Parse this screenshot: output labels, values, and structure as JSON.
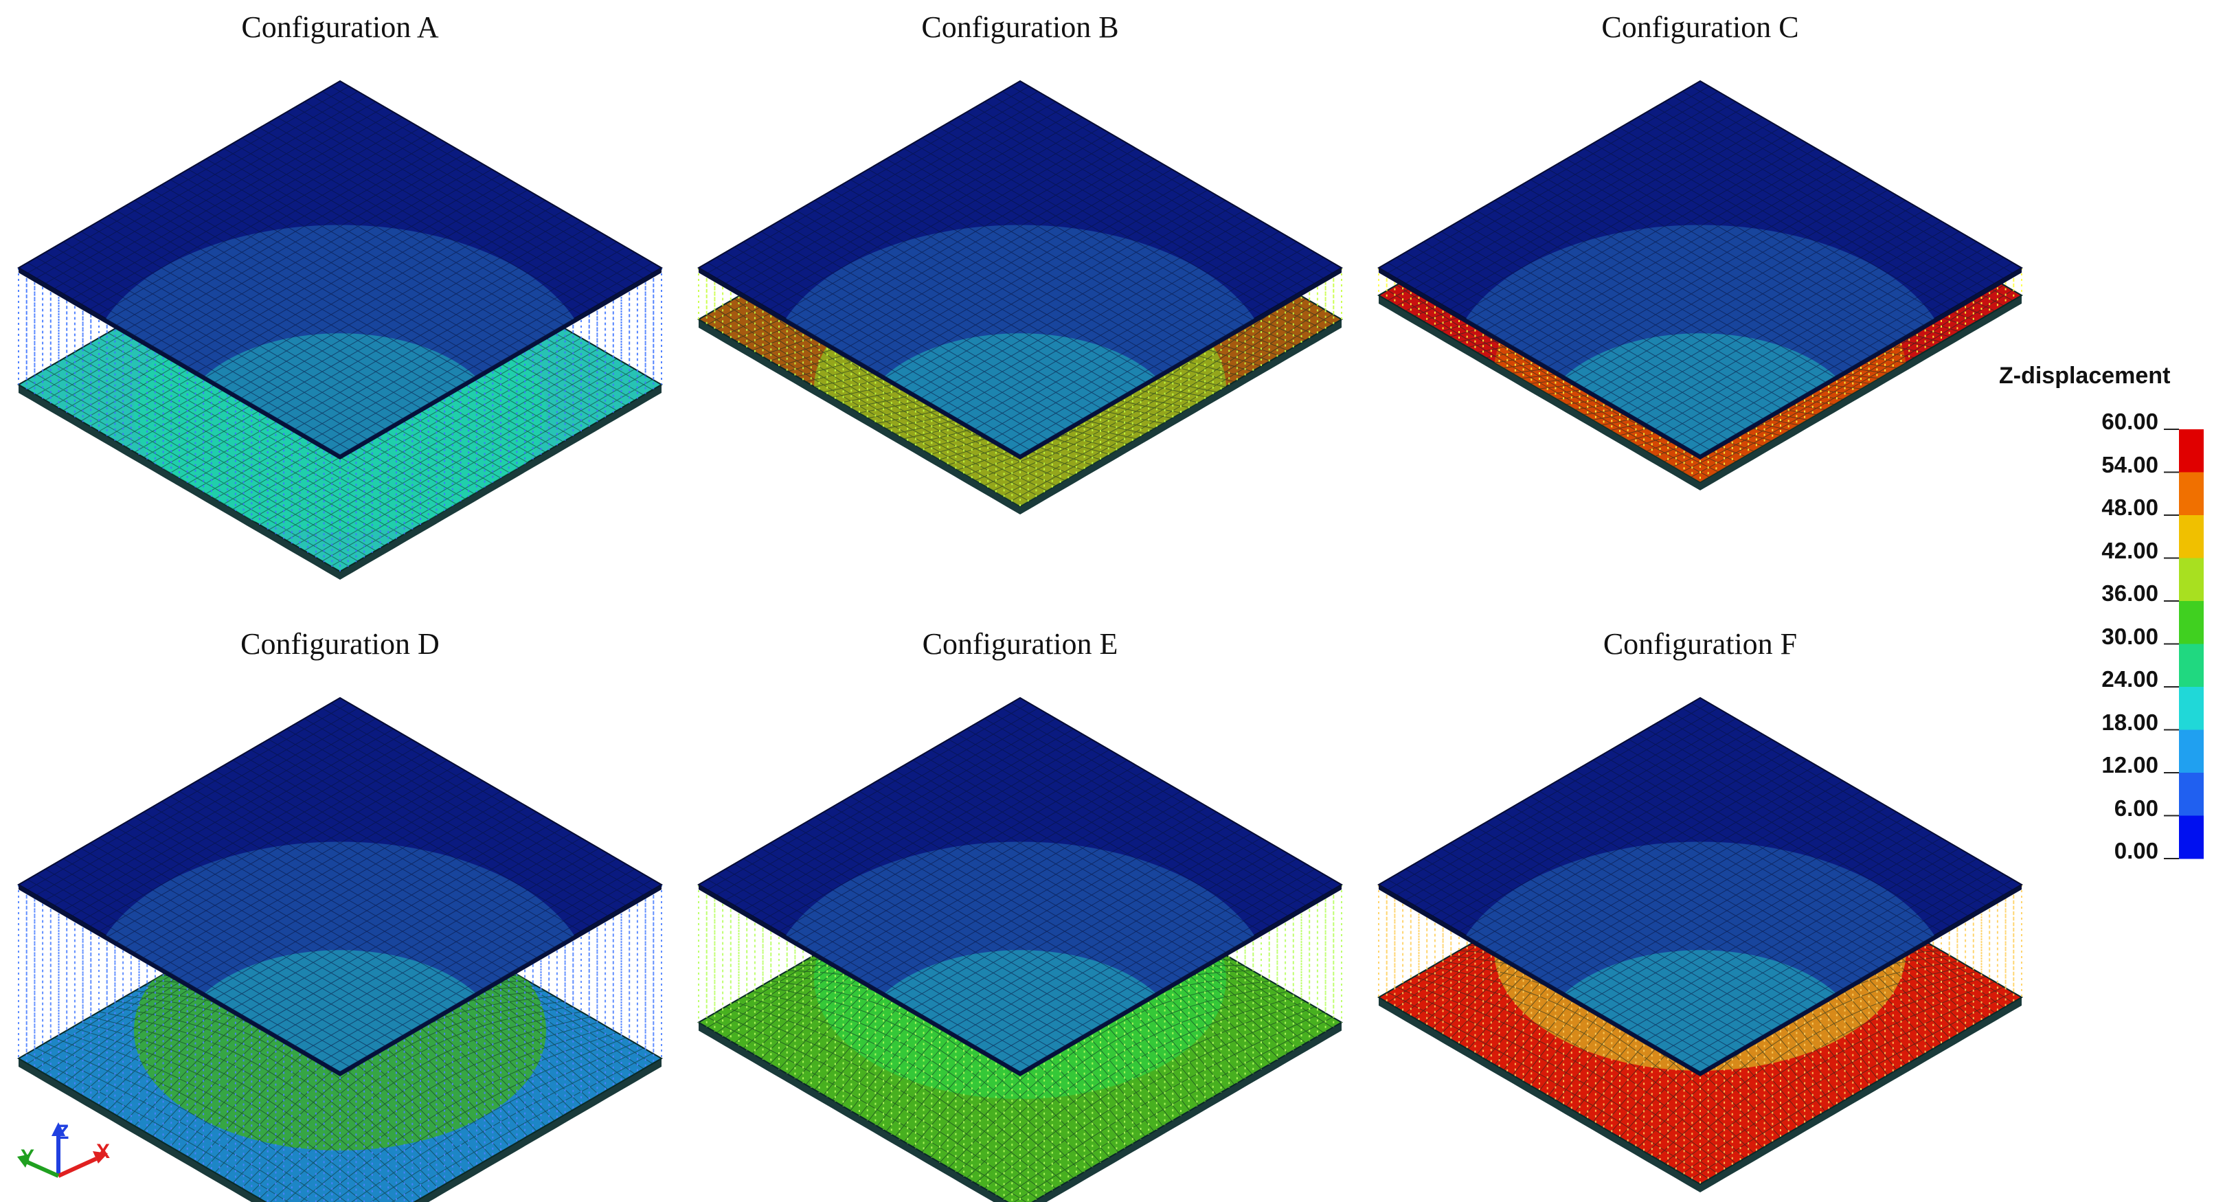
{
  "panels": [
    {
      "title": "Configuration A",
      "mode": "flat",
      "bottom_color": "#27c3b4",
      "fringe_color": "#1fd3a8",
      "spring_color": "#3f76ff"
    },
    {
      "title": "Configuration B",
      "mode": "sag",
      "bottom_color": "#a55a10",
      "fringe_color": "#8fc020",
      "spring_color": "#c8ff40"
    },
    {
      "title": "Configuration C",
      "mode": "sag-thin",
      "bottom_color": "#c81010",
      "fringe_color": "#d85a00",
      "spring_color": "#ffff40"
    },
    {
      "title": "Configuration D",
      "mode": "dome",
      "bottom_color": "#1d86c6",
      "fringe_color": "#3fb018",
      "spring_color": "#4f82ff"
    },
    {
      "title": "Configuration E",
      "mode": "dome-wide",
      "bottom_color": "#48b020",
      "fringe_color": "#2fd040",
      "spring_color": "#b8ff60"
    },
    {
      "title": "Configuration F",
      "mode": "dome-red",
      "bottom_color": "#d81a08",
      "fringe_color": "#d8b020",
      "spring_color": "#ffd060"
    }
  ],
  "legend": {
    "title": "Z-displacement",
    "ticks": [
      "60.00",
      "54.00",
      "48.00",
      "42.00",
      "36.00",
      "30.00",
      "24.00",
      "18.00",
      "12.00",
      "6.00",
      "0.00"
    ],
    "colors": [
      "#e00000",
      "#f07000",
      "#f0c000",
      "#a8e020",
      "#40d020",
      "#20d880",
      "#20d8d8",
      "#20a0f0",
      "#2060f0",
      "#0010f0"
    ]
  },
  "triad": {
    "x_label": "X",
    "y_label": "Y",
    "z_label": "Z",
    "x_color": "#e02020",
    "y_color": "#20a020",
    "z_color": "#2040e0"
  },
  "colors": {
    "top_plate": "#0a1a80",
    "top_inner": "#1a4aa0",
    "top_center": "#1e88b0",
    "mesh_line": "#08123a"
  }
}
